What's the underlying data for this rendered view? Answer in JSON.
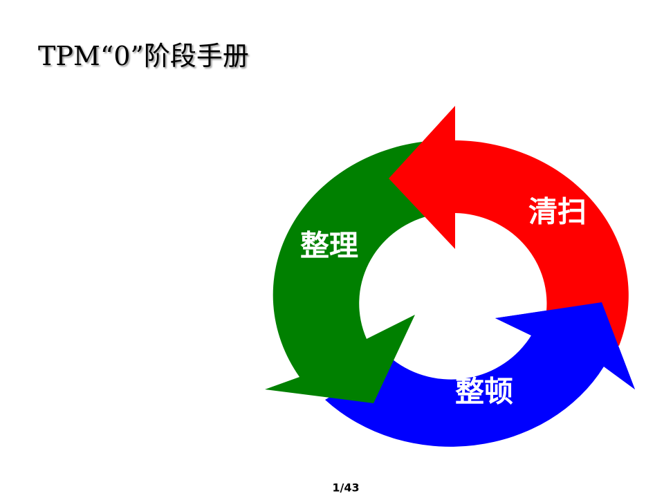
{
  "title": "TPM“0”阶段手册",
  "cycle": {
    "steps": [
      {
        "label": "整理",
        "color": "#008000"
      },
      {
        "label": "整顿",
        "color": "#0000ff"
      },
      {
        "label": "清扫",
        "color": "#ff0000"
      }
    ]
  },
  "page_number": "1/43"
}
